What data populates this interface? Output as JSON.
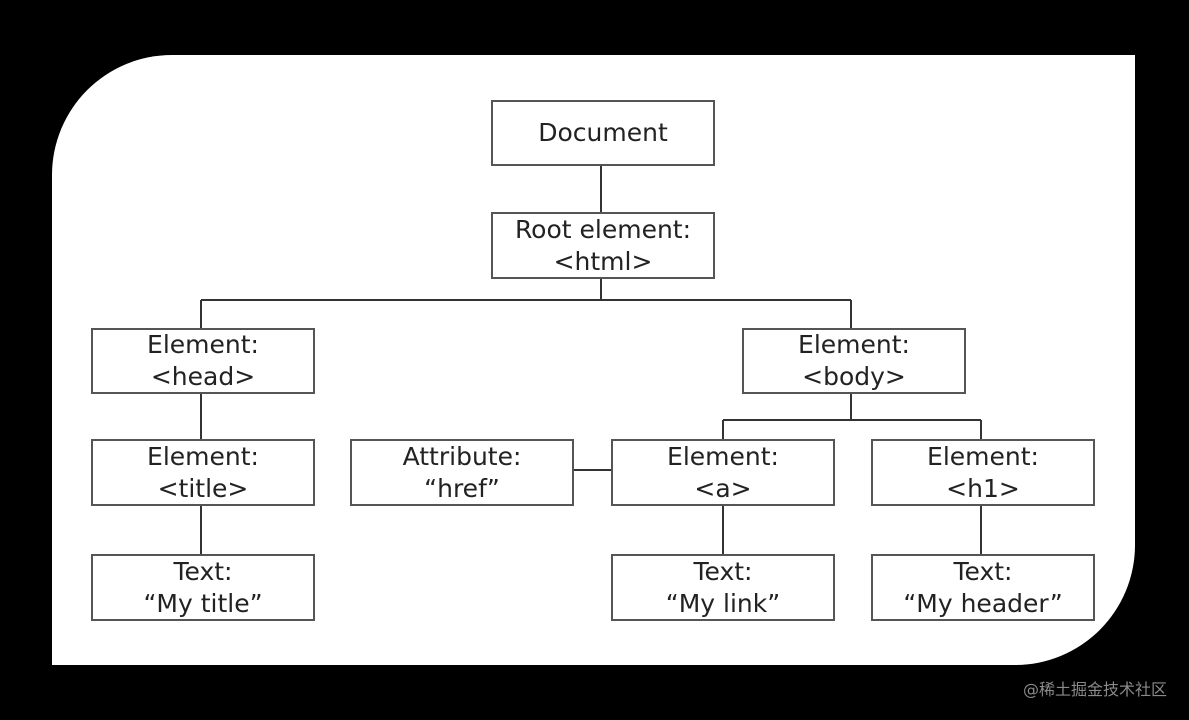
{
  "nodes": {
    "document": {
      "line1": "Document"
    },
    "root": {
      "line1": "Root element:",
      "line2": "<html>"
    },
    "head": {
      "line1": "Element:",
      "line2": "<head>"
    },
    "body": {
      "line1": "Element:",
      "line2": "<body>"
    },
    "title": {
      "line1": "Element:",
      "line2": "<title>"
    },
    "attribute": {
      "line1": "Attribute:",
      "line2": "“href”"
    },
    "a": {
      "line1": "Element:",
      "line2": "<a>"
    },
    "h1": {
      "line1": "Element:",
      "line2": "<h1>"
    },
    "text_title": {
      "line1": "Text:",
      "line2": "“My title”"
    },
    "text_link": {
      "line1": "Text:",
      "line2": "“My link”"
    },
    "text_header": {
      "line1": "Text:",
      "line2": "“My header”"
    }
  },
  "colors": {
    "background": "#000000",
    "card": "#ffffff",
    "border": "#555555",
    "text": "#222222"
  },
  "watermark": "@稀土掘金技术社区"
}
